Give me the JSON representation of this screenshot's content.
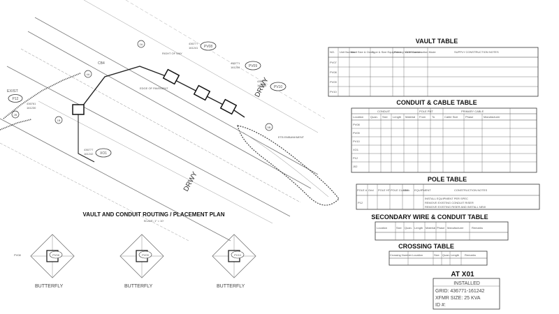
{
  "plan": {
    "title": "VAULT AND CONDUIT ROUTING / PLACEMENT PLAN",
    "scale": "SCALE: 1\" = 10'",
    "exist_label": "EXIST",
    "vault_tags": [
      "PV08",
      "PV09",
      "PV10"
    ],
    "xo1_tag": "XO1",
    "p12_tag": "P12",
    "road_label": "DRWY",
    "callouts": [
      "2A",
      "2B",
      "4A",
      "5B",
      "1B"
    ],
    "station_values": [
      "436777",
      "161241",
      "436771",
      "161244",
      "436777",
      "161246",
      "436777",
      "161242",
      "436761",
      "161230"
    ],
    "notes": [
      "RIGHT OF WAY",
      "EDGE OF PAVEMENT",
      "CB4",
      "ETB EMBANKMENT"
    ],
    "butterfly_label": "BUTTERFLY"
  },
  "vault_table": {
    "title": "VAULT TABLE",
    "headers": [
      "NO.",
      "Unit Number",
      "Vault Size & Class",
      "Type & Size Equipment",
      "Primary Vault Number",
      "CGH Construction Mode",
      "SUPPLY CONSTRUCTION NOTES"
    ],
    "row_tags": [
      "PV07",
      "PV08",
      "PV09",
      "PV10"
    ]
  },
  "conduit_table": {
    "title": "CONDUIT & CABLE TABLE",
    "group_headers": [
      "CONDUIT",
      "POLE PNT",
      "PRIMARY CABLE"
    ],
    "col_headers": [
      "Location",
      "Quan.",
      "Size",
      "Length",
      "Material",
      "From",
      "To",
      "Cable Size",
      "Phase",
      "Manufacturer"
    ],
    "row_tags": [
      "PV08",
      "PV09",
      "PV10",
      "XO1",
      "P12",
      "J02"
    ]
  },
  "pole_table": {
    "title": "POLE TABLE",
    "headers": [
      "POLE #",
      "Grid",
      "POLE HT.",
      "POLE CLASS",
      "Work",
      "EQUIPMENT",
      "CONSTRUCTION NOTES"
    ],
    "row_tag": "P12",
    "notes": [
      "INSTALL EQUIPMENT PER SPEC",
      "REMOVE EXISTING CONDUIT RISER",
      "REMOVE EXISTING RISER AND INSTALL NEW"
    ]
  },
  "secondary_table": {
    "title": "SECONDARY WIRE & CONDUIT TABLE",
    "headers": [
      "Location",
      "Size",
      "Quan.",
      "Length",
      "Material",
      "Phase",
      "Manufacturer",
      "Remarks"
    ]
  },
  "crossing_table": {
    "title": "CROSSING TABLE",
    "headers": [
      "Crossing Number",
      "Location",
      "Size",
      "Quan.",
      "Length",
      "Remarks"
    ]
  },
  "title_block": {
    "heading": "AT X01",
    "status": "INSTALLED",
    "lines": [
      "GRID: 436771-161242",
      "XFMR SIZE: 25 KVA",
      "ID #:"
    ]
  }
}
